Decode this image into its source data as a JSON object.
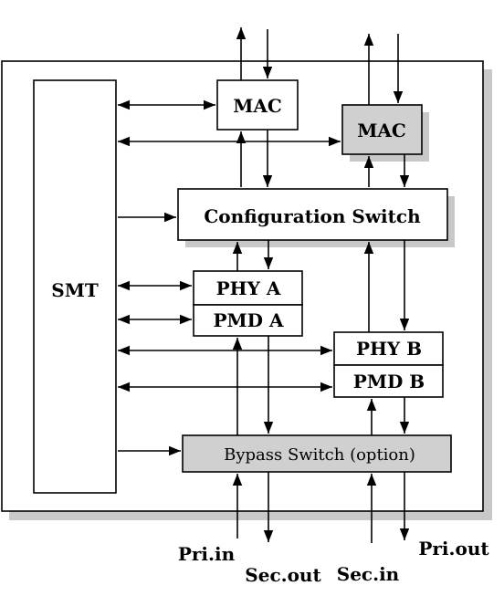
{
  "diagram": {
    "smt_label": "SMT",
    "mac_a_label": "MAC",
    "mac_b_label": "MAC",
    "config_switch_label": "Configuration Switch",
    "phy_a_label": "PHY A",
    "pmd_a_label": "PMD A",
    "phy_b_label": "PHY B",
    "pmd_b_label": "PMD B",
    "bypass_label": "Bypass Switch (option)",
    "pri_in_label": "Pri.in",
    "sec_out_label": "Sec.out",
    "sec_in_label": "Sec.in",
    "pri_out_label": "Pri.out"
  },
  "colors": {
    "box_fill": "#ffffff",
    "gray_fill": "#d0d0d0",
    "shadow": "#c8c8c8",
    "stroke": "#000000"
  }
}
